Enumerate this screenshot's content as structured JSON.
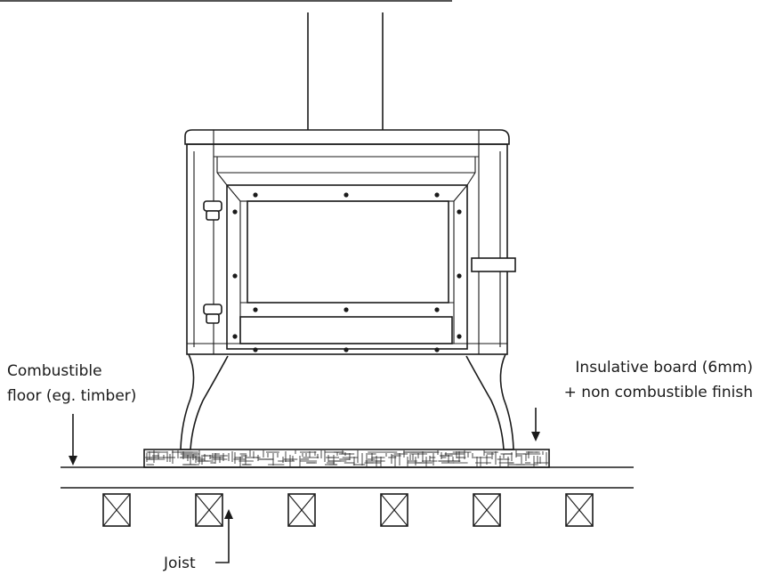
{
  "labels": {
    "combustible_floor": [
      "Combustible",
      "floor (eg. timber)"
    ],
    "insulative_board": [
      "Insulative board (6mm)",
      "+ non combustible finish"
    ],
    "joist": "Joist"
  },
  "joist_count": 6,
  "colors": {
    "ink": "#1a1a1a",
    "background": "#ffffff"
  }
}
